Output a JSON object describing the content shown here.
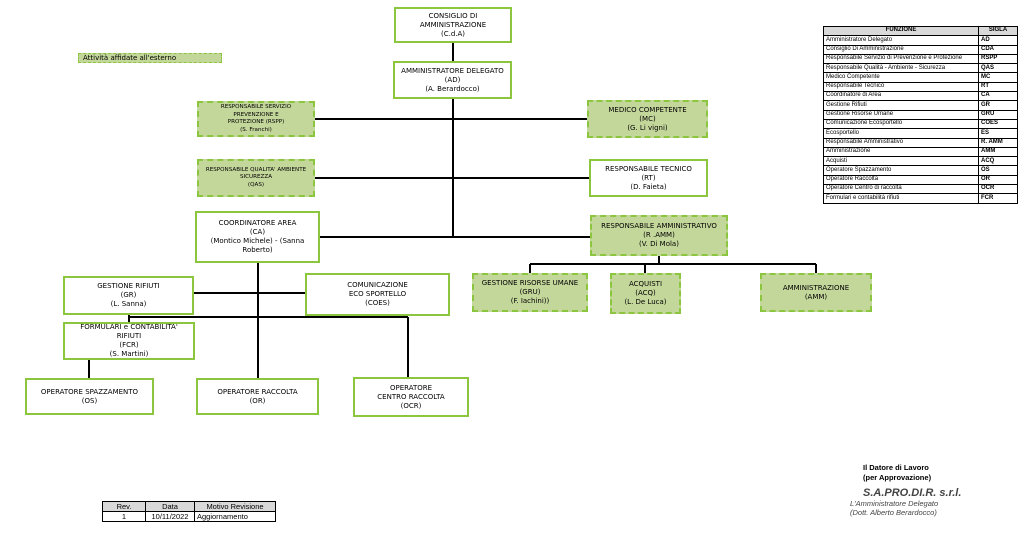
{
  "legend_label": "Attività affidate all'esterno",
  "boxes": {
    "cda": {
      "l1": "CONSIGLIO DI",
      "l2": "AMMINISTRAZIONE",
      "l3": "(C.d.A)"
    },
    "ad": {
      "l1": "AMMINISTRATORE DELEGATO",
      "l2": "(AD)",
      "l3": "(A. Berardocco)"
    },
    "rspp": {
      "l1": "RESPONSABILE SERVIZIO PREVENZIONE E",
      "l2": "PROTEZIONE (RSPP)",
      "l3": "(S. Franchi)"
    },
    "mc": {
      "l1": "MEDICO COMPETENTE",
      "l2": "(MC)",
      "l3": "(G. Li vigni)"
    },
    "qas": {
      "l1": "RESPONSABILE QUALITA' AMBIENTE",
      "l2": "SICUREZZA",
      "l3": "(QAS)"
    },
    "rt": {
      "l1": "RESPONSABILE TECNICO",
      "l2": "(RT)",
      "l3": "(D. Faieta)"
    },
    "ca": {
      "l1": "COORDINATORE AREA",
      "l2": "(CA)",
      "l3": "(Montico Michele) - (Sanna",
      "l4": "Roberto)"
    },
    "ramm": {
      "l1": "RESPONSABILE AMMINISTRATIVO",
      "l2": "(R .AMM)",
      "l3": "(V. Di Mola)"
    },
    "gr": {
      "l1": "GESTIONE RIFIUTI",
      "l2": "(GR)",
      "l3": "(L. Sanna)"
    },
    "coes": {
      "l1": "COMUNICAZIONE",
      "l2": "ECO SPORTELLO",
      "l3": "(COES)"
    },
    "gru": {
      "l1": "GESTIONE RISORSE UMANE",
      "l2": "(GRU)",
      "l3": "(F. Iachini))"
    },
    "acq": {
      "l1": "ACQUISTI",
      "l2": "(ACQ)",
      "l3": "(L. De Luca)"
    },
    "amm": {
      "l1": "AMMINISTRAZIONE",
      "l2": "(AMM)"
    },
    "fcr": {
      "l1": "FORMULARI e CONTABILITA' RIFIUTI",
      "l2": "(FCR)",
      "l3": "(S. Martini)"
    },
    "os": {
      "l1": "OPERATORE SPAZZAMENTO",
      "l2": "(OS)"
    },
    "or": {
      "l1": "OPERATORE RACCOLTA",
      "l2": "(OR)"
    },
    "ocr": {
      "l1": "OPERATORE",
      "l2": "CENTRO RACCOLTA",
      "l3": "(OCR)"
    }
  },
  "func_table": {
    "header": {
      "funzione": "FUNZIONE",
      "sigla": "SIGLA"
    },
    "rows": [
      {
        "f": "Amministratore Delegato",
        "s": "AD"
      },
      {
        "f": "Consiglio Di Amministrazione",
        "s": "CDA"
      },
      {
        "f": "Responsabile Servizio di Prevenzione e Protezione",
        "s": "RSPP"
      },
      {
        "f": "Responsabile Qualità - Ambiente - Sicurezza",
        "s": "QAS"
      },
      {
        "f": "Medico Competente",
        "s": "MC"
      },
      {
        "f": "Responsabile Tecnico",
        "s": "RT"
      },
      {
        "f": "Coordinatore di Area",
        "s": "CA"
      },
      {
        "f": "Gestione Rifiuti",
        "s": "GR"
      },
      {
        "f": "Gestione Risorse Umane",
        "s": "GRU"
      },
      {
        "f": "Comunicazione Ecosportello",
        "s": "COES"
      },
      {
        "f": "Ecosportello",
        "s": "ES"
      },
      {
        "f": "Responsabile Amministrativo",
        "s": "R. AMM"
      },
      {
        "f": "Amministrazione",
        "s": "AMM"
      },
      {
        "f": "Acquisti",
        "s": "ACQ"
      },
      {
        "f": "Operatore Spazzamento",
        "s": "OS"
      },
      {
        "f": "Operatore Raccolta",
        "s": "OR"
      },
      {
        "f": "Operatore Centro di raccolta",
        "s": "OCR"
      },
      {
        "f": "Formulari e contabilità rifiuti",
        "s": "FCR"
      }
    ]
  },
  "revision_table": {
    "headers": {
      "rev": "Rev.",
      "data": "Data",
      "motivo": "Motivo Revisione"
    },
    "row": {
      "rev": "1",
      "data": "10/11/2022",
      "motivo": "Aggiornamento"
    }
  },
  "signature": {
    "line1": "Il Datore di Lavoro",
    "line2": "(per Approvazione)",
    "company": "S.A.PRO.DI.R. s.r.l.",
    "role": "L'Amministratore Delegato",
    "name": "(Dott. Alberto Berardocco)"
  }
}
